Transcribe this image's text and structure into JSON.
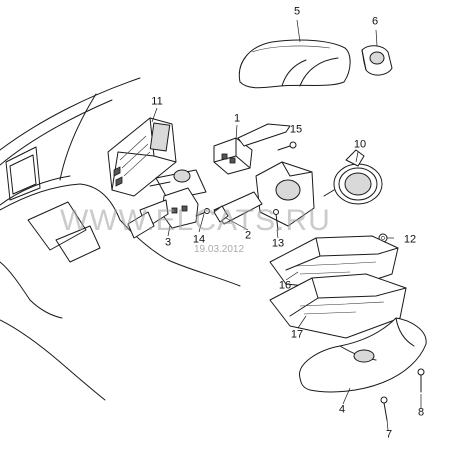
{
  "watermark": {
    "text": "WWW.ELCATS.RU",
    "date": "19.03.2012"
  },
  "callouts": [
    {
      "id": "5",
      "text": "5"
    },
    {
      "id": "6",
      "text": "6"
    },
    {
      "id": "11",
      "text": "11"
    },
    {
      "id": "1",
      "text": "1"
    },
    {
      "id": "15",
      "text": "15"
    },
    {
      "id": "10",
      "text": "10"
    },
    {
      "id": "3",
      "text": "3"
    },
    {
      "id": "14",
      "text": "14"
    },
    {
      "id": "2",
      "text": "2"
    },
    {
      "id": "13",
      "text": "13"
    },
    {
      "id": "12",
      "text": "12"
    },
    {
      "id": "16",
      "text": "16"
    },
    {
      "id": "17",
      "text": "17"
    },
    {
      "id": "4",
      "text": "4"
    },
    {
      "id": "8",
      "text": "8"
    },
    {
      "id": "7",
      "text": "7"
    }
  ]
}
